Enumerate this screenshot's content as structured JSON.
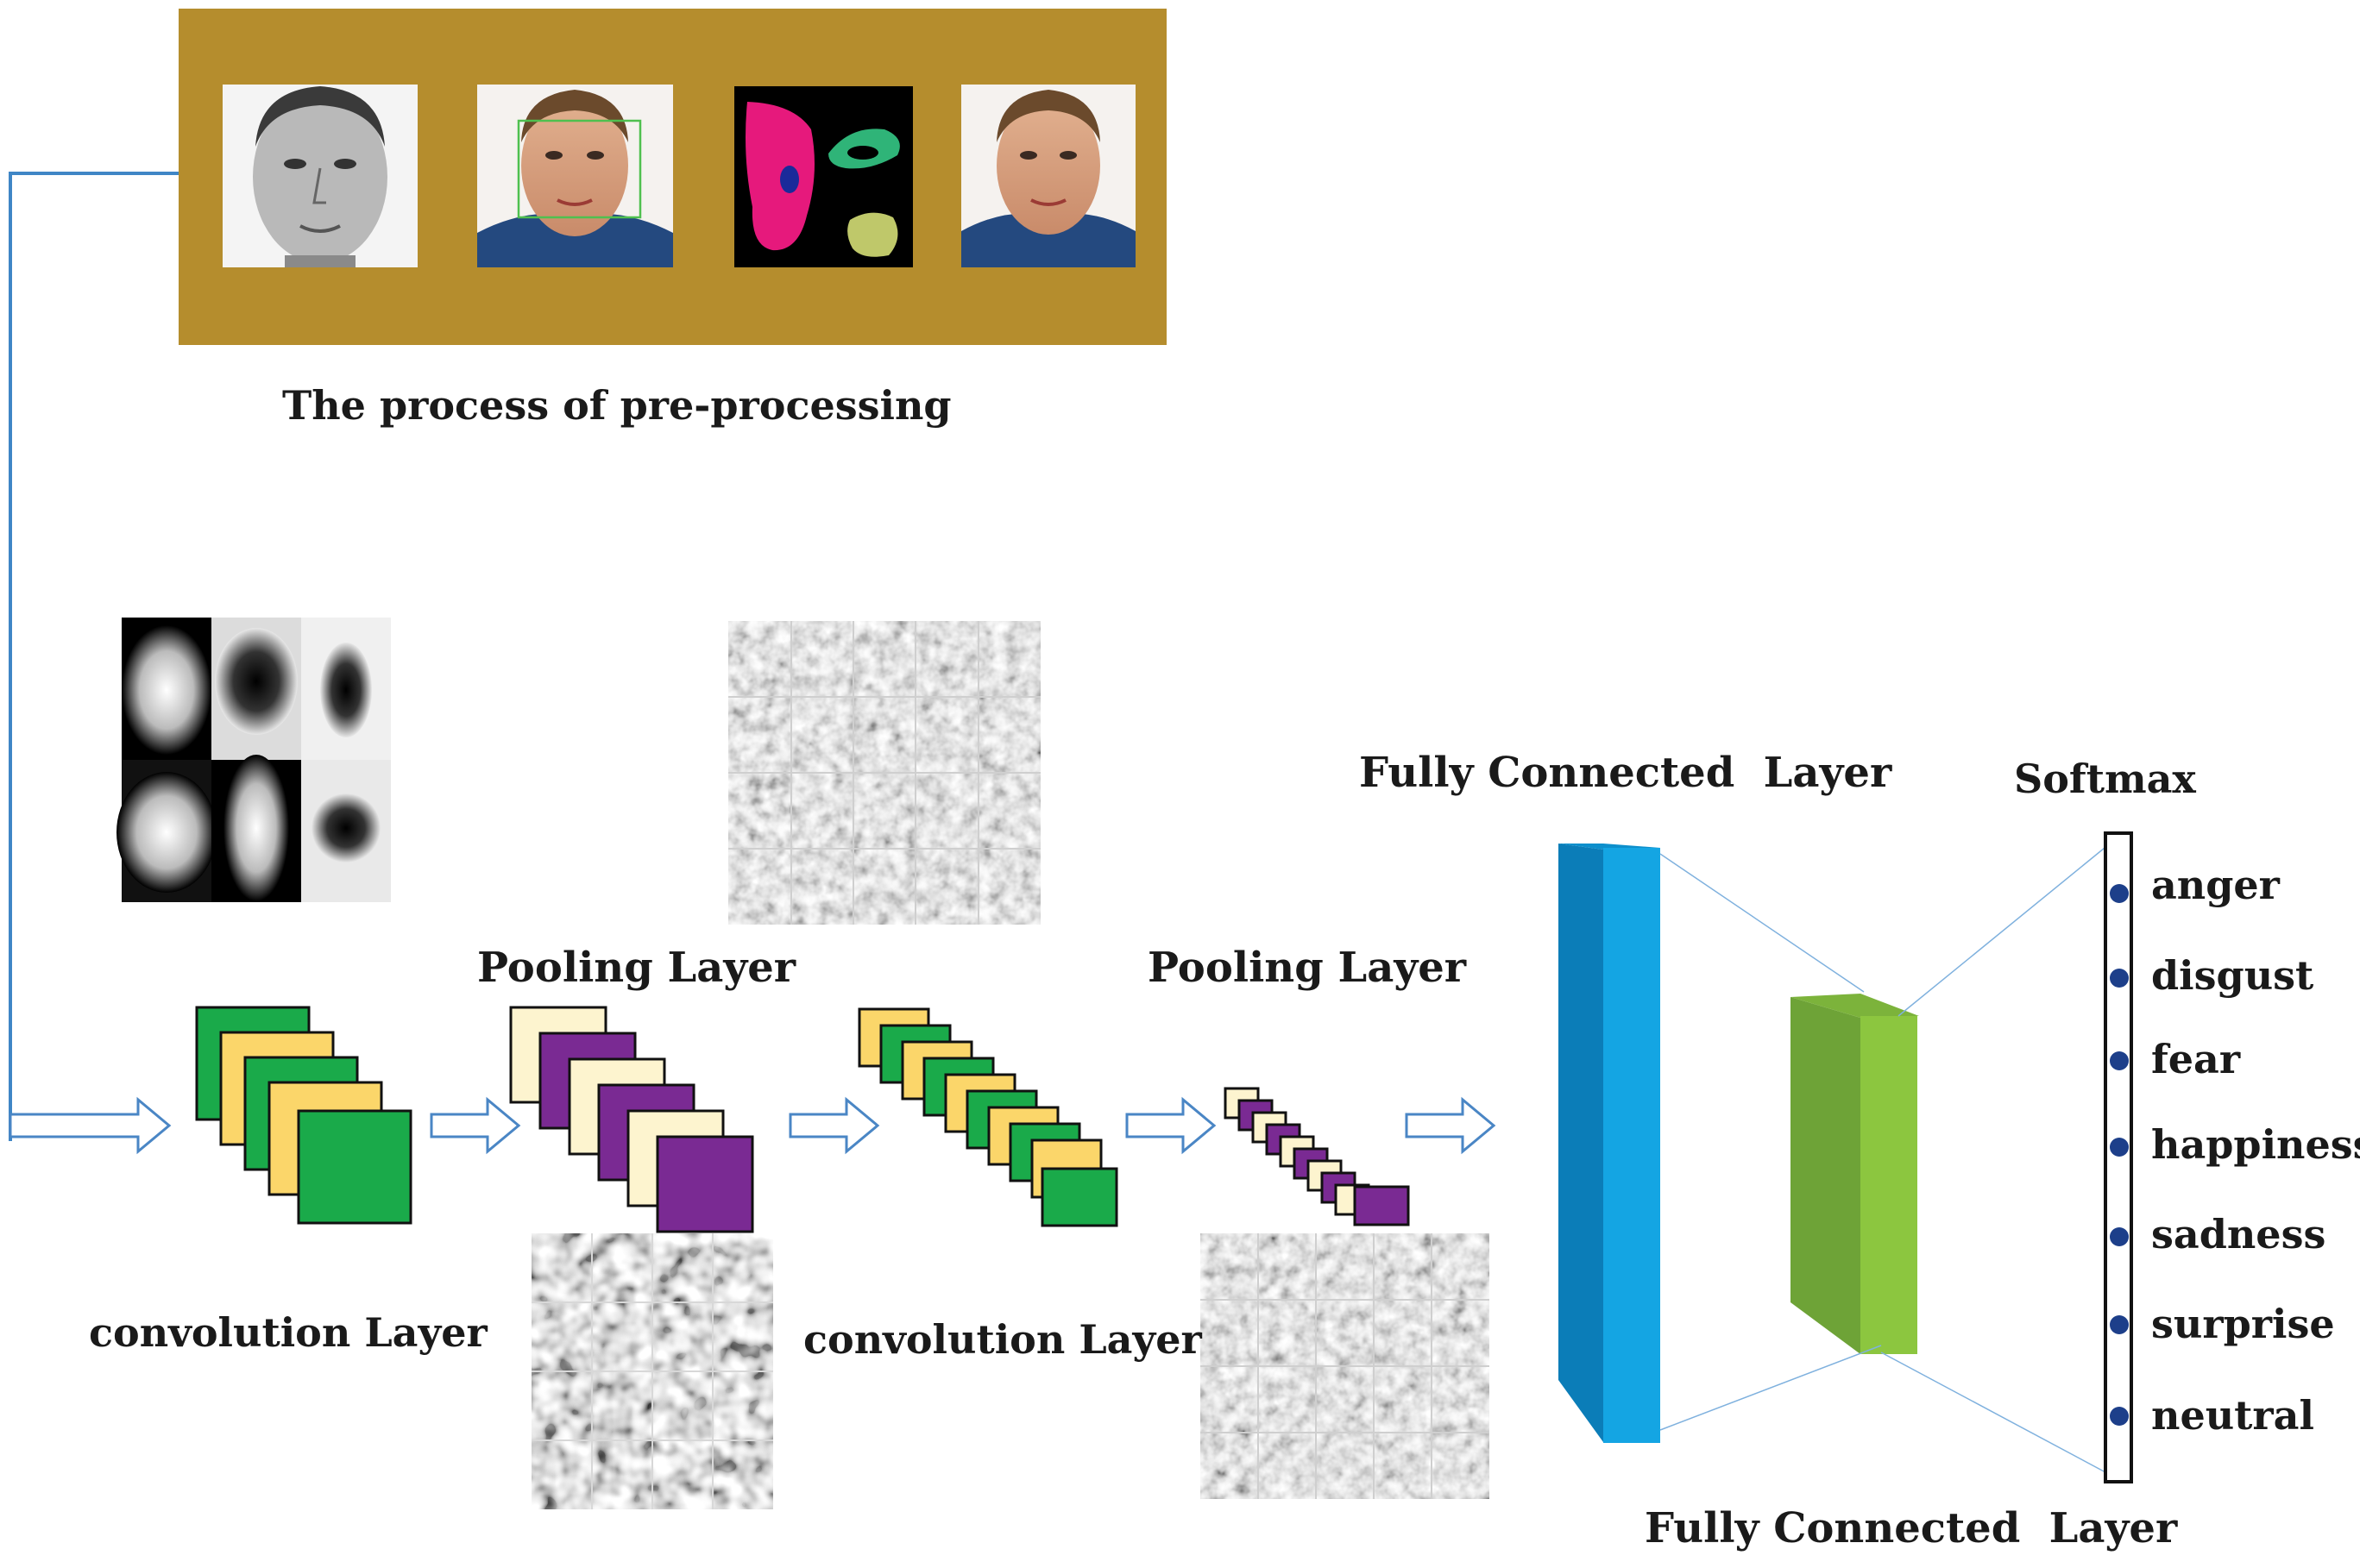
{
  "labels": {
    "preprocess": "The process of pre-processing",
    "conv1": "convolution Layer",
    "pool1": "Pooling Layer",
    "conv2": "convolution Layer",
    "pool2": "Pooling Layer",
    "fc_top": "Fully Connected  Layer",
    "fc_bottom": "Fully Connected  Layer",
    "softmax": "Softmax"
  },
  "emotions": [
    "anger",
    "disgust",
    "fear",
    "happiness",
    "sadness",
    "surprise",
    "neutral"
  ],
  "colors": {
    "preprocess_panel": "#b58d2d",
    "conv_green": "#1aaa4a",
    "conv_yellow": "#fbd66a",
    "pool_cream": "#fdf4cf",
    "pool_purple": "#7a2a93",
    "fc1_front": "#14a5e3",
    "fc1_side": "#0b7db8",
    "fc2_front": "#8cc63f",
    "fc2_side": "#6ea337",
    "arrow": "#4a86c5",
    "connector": "#3f86c6",
    "neuron": "#1d3f8a"
  },
  "preprocess_images": [
    "grayscale-face",
    "detected-face-box",
    "segmented-regions",
    "color-face"
  ],
  "feature_maps": [
    "filter-grid-smooth",
    "feature-grid-noisy-top",
    "feature-grid-blobby",
    "feature-grid-noisy-bottom"
  ]
}
